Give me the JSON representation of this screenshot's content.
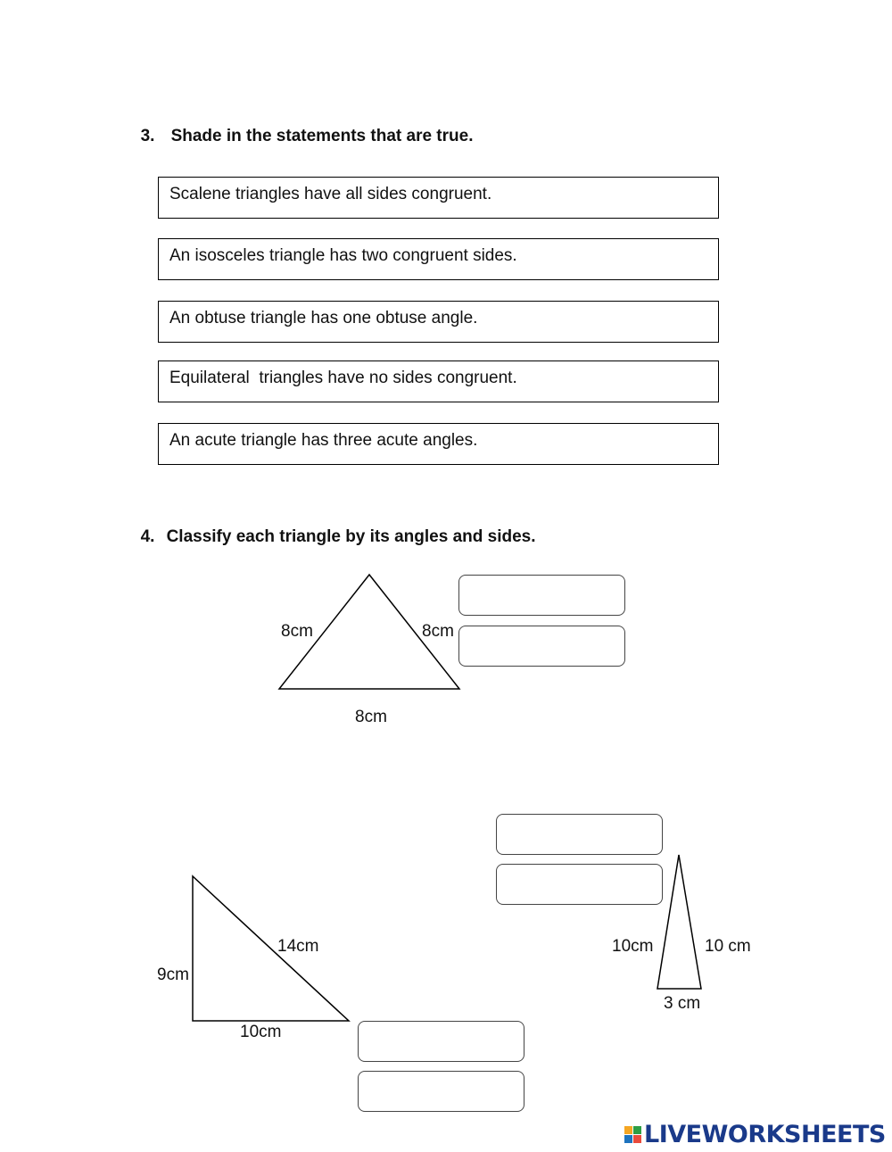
{
  "question3": {
    "number": "3.",
    "text": "Shade in the statements that are true.",
    "statements": [
      "Scalene triangles have all sides congruent.",
      "An isosceles triangle has two congruent sides.",
      "An obtuse triangle has one obtuse angle.",
      "Equilateral  triangles have no sides congruent.",
      "An acute triangle has three acute angles."
    ]
  },
  "question4": {
    "number": "4.",
    "text": "Classify each triangle by its angles and sides.",
    "triangle1": {
      "left_side": "8cm",
      "right_side": "8cm",
      "base": "8cm"
    },
    "triangle2": {
      "left_side": "10cm",
      "right_side": "10 cm",
      "base": "3 cm"
    },
    "triangle3": {
      "vertical_side": "9cm",
      "hypotenuse": "14cm",
      "base": "10cm"
    }
  },
  "branding": {
    "logo_text": "LIVEWORKSHEETS",
    "logo_colors": [
      "#f5a623",
      "#2e9e44",
      "#1e73be",
      "#e94b3c"
    ]
  }
}
